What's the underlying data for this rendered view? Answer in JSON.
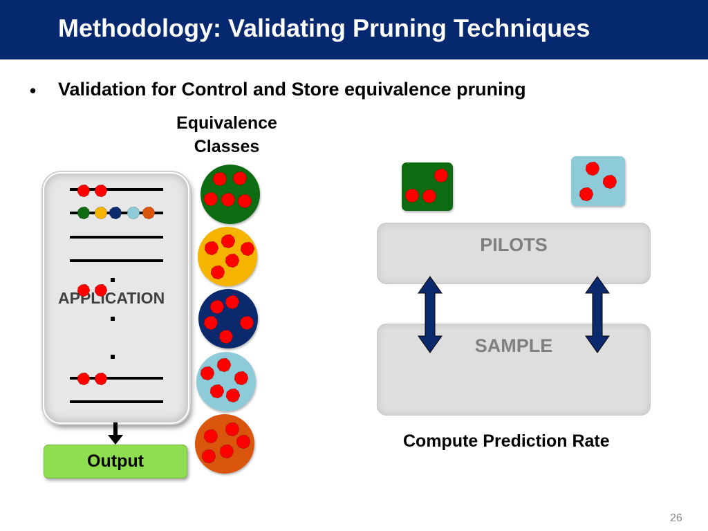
{
  "slide": {
    "title": "Methodology: Validating Pruning Techniques",
    "bullet": "Validation for Control and Store equivalence pruning",
    "bullet_marker": "•",
    "equivalence_heading": [
      "Equivalence",
      "Classes"
    ],
    "application_label": "APPLICATION",
    "output_label": "Output",
    "pilots_label": "PILOTS",
    "sample_label": "SAMPLE",
    "caption": "Compute Prediction Rate",
    "page_number": "26"
  },
  "colors": {
    "header_bg": "#05286e",
    "class_colors": [
      "#0d6b12",
      "#f5b400",
      "#0b2a6e",
      "#8ecbd8",
      "#d9560c"
    ],
    "blob": "#ff0000",
    "output_bg": "#8fde52",
    "arrow": "#0b2a6e"
  }
}
